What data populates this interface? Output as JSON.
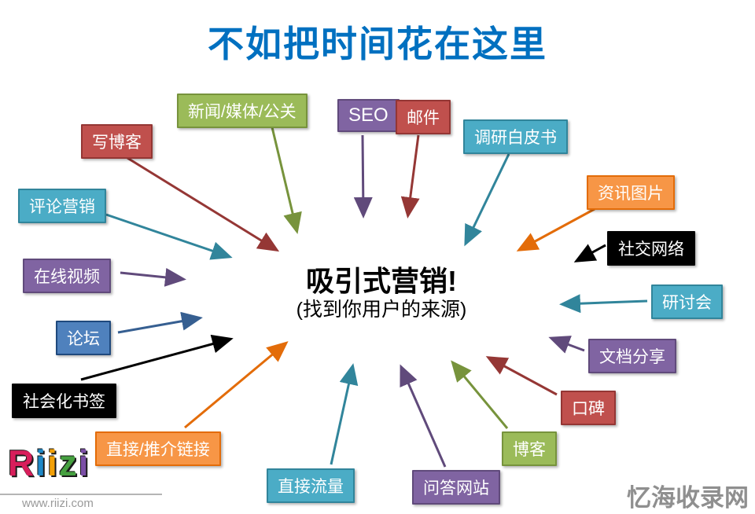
{
  "title": "不如把时间花在这里",
  "center": {
    "line1": "吸引式营销!",
    "line2": "(找到你用户的来源)"
  },
  "colors": {
    "title_blue": "#0070C0",
    "red": "#C0504D",
    "red_border": "#943634",
    "green": "#9BBB59",
    "green_border": "#77933C",
    "purple": "#8064A2",
    "purple_border": "#604A7B",
    "teal": "#4BACC6",
    "teal_border": "#31859B",
    "orange": "#F79646",
    "orange_border": "#E36C09",
    "blue": "#4F81BD",
    "blue_border": "#1F497D",
    "black": "#000000",
    "black_border": "#000000",
    "arrow_red": "#953735",
    "arrow_green": "#77933C",
    "arrow_purple": "#604A7B",
    "arrow_teal": "#31859B",
    "arrow_orange": "#E36C09",
    "arrow_blue": "#365F91",
    "arrow_black": "#000000"
  },
  "nodes": [
    {
      "label": "写博客",
      "color": "red"
    },
    {
      "label": "新闻/媒体/公关",
      "color": "green"
    },
    {
      "label": "SEO",
      "color": "purple"
    },
    {
      "label": "邮件",
      "color": "red"
    },
    {
      "label": "调研白皮书",
      "color": "teal"
    },
    {
      "label": "资讯图片",
      "color": "orange"
    },
    {
      "label": "社交网络",
      "color": "black"
    },
    {
      "label": "研讨会",
      "color": "teal"
    },
    {
      "label": "文档分享",
      "color": "purple"
    },
    {
      "label": "口碑",
      "color": "red"
    },
    {
      "label": "博客",
      "color": "green"
    },
    {
      "label": "问答网站",
      "color": "purple"
    },
    {
      "label": "直接流量",
      "color": "teal"
    },
    {
      "label": "直接/推介链接",
      "color": "orange"
    },
    {
      "label": "社会化书签",
      "color": "black"
    },
    {
      "label": "论坛",
      "color": "blue"
    },
    {
      "label": "在线视频",
      "color": "purple"
    },
    {
      "label": "评论营销",
      "color": "teal"
    }
  ],
  "logo": {
    "letters": [
      {
        "ch": "R",
        "color": "#d81e5b"
      },
      {
        "ch": "i",
        "color": "#1e88c7"
      },
      {
        "ch": "i",
        "color": "#f2a007"
      },
      {
        "ch": "z",
        "color": "#46a040"
      },
      {
        "ch": "i",
        "color": "#7b4fa6"
      }
    ],
    "url": "www.riizi.com"
  },
  "watermark": "忆海收录网"
}
